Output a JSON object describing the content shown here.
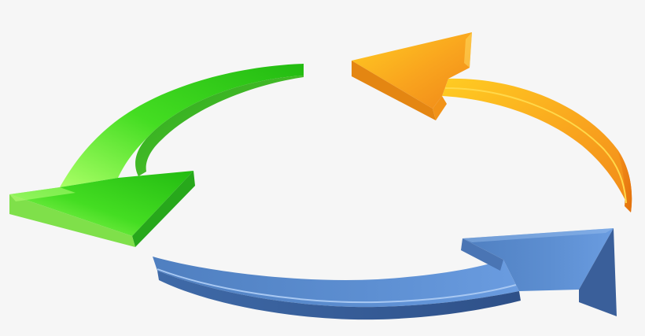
{
  "graphic": {
    "name": "circular-arrows",
    "arrows": [
      {
        "id": "green",
        "direction": "down-left",
        "colors": {
          "light": "#aaff66",
          "main": "#33cc22",
          "dark": "#1e9e16"
        }
      },
      {
        "id": "orange",
        "direction": "up-left",
        "colors": {
          "light": "#ffcc22",
          "main": "#f79a1c",
          "dark": "#e2760c"
        }
      },
      {
        "id": "blue",
        "direction": "right",
        "colors": {
          "light": "#8fb6ea",
          "main": "#5f8fd2",
          "dark": "#34588e"
        }
      }
    ],
    "background": "#f6f6f6"
  }
}
